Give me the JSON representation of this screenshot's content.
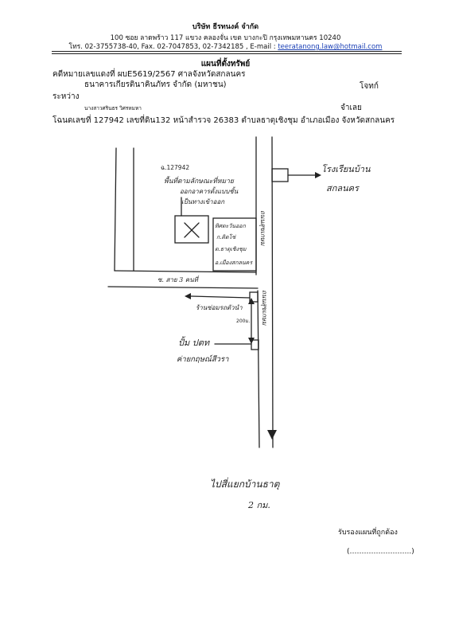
{
  "header": {
    "company": "บริษัท ธีรทนงค์ จำกัด",
    "address": "100 ซอย ลาดพร้าว 117 แขวง คลองจั่น เขต บางกะปิ กรุงเทพมหานคร 10240",
    "contact_prefix": "โทร. 02-3755738-40, Fax. 02-7047853, 02-7342185 , E-mail : ",
    "email": "teeratanong.law@hotmail.com"
  },
  "doc": {
    "title": "แผนที่ตั้งทรัพย์",
    "case_line": "คดีหมายเลขแดงที่ ผบE5619/2567 ศาลจังหวัดสกลนคร",
    "plaintiff": "ธนาคารเกียรตินาคินภัทร จำกัด (มหาชน)",
    "plaintiff_role": "โจทก์",
    "between": "ระหว่าง",
    "defendant": "นางสาวศรินธร วิศรหมหา",
    "defendant_role": "จำเลย",
    "deed_line": "โฉนดเลขที่ 127942 เลขที่ดิน132 หน้าสำรวจ 26383 ตำบลธาตุเชิงชุม อำเภอเมือง จังหวัดสกลนคร"
  },
  "map": {
    "deed_no": "ฉ.127942",
    "note_1": "พื้นที่ตามลักษณะที่หมาย",
    "note_2": "ออกอาคารตั้งแบบชั้น",
    "note_3": "เป็นทางเข้าออก",
    "east_label_1": "ทิศตะวันออก",
    "east_label_2": "ก.ติดโซ่",
    "east_label_3": "ต.ธาตุเชิงชุม",
    "east_label_4": "อ.เมืองสกลนคร",
    "road_vertical_1": "ถนนสุขเกษม",
    "road_vertical_2": "ถนนสุขเกษม",
    "soi_label": "ซ. สาย 3 คนที่",
    "school_label_1": "โรงเรียนบ้าน",
    "school_label_2": "สกลนคร",
    "shop_label": "ร้านซ่อมรถตัวนำ",
    "distance_label": "200ม.",
    "pump_label_1": "ปั้ม ปตท",
    "pump_label_2": "ค่ายกฤษณ์สีวรา",
    "bottom_note": "ไปสี่แยกบ้านธาตุ",
    "bottom_distance": "2 กม."
  },
  "footer": {
    "certify": "รับรองแผนที่ถูกต้อง",
    "signature": "(……………………..)"
  }
}
